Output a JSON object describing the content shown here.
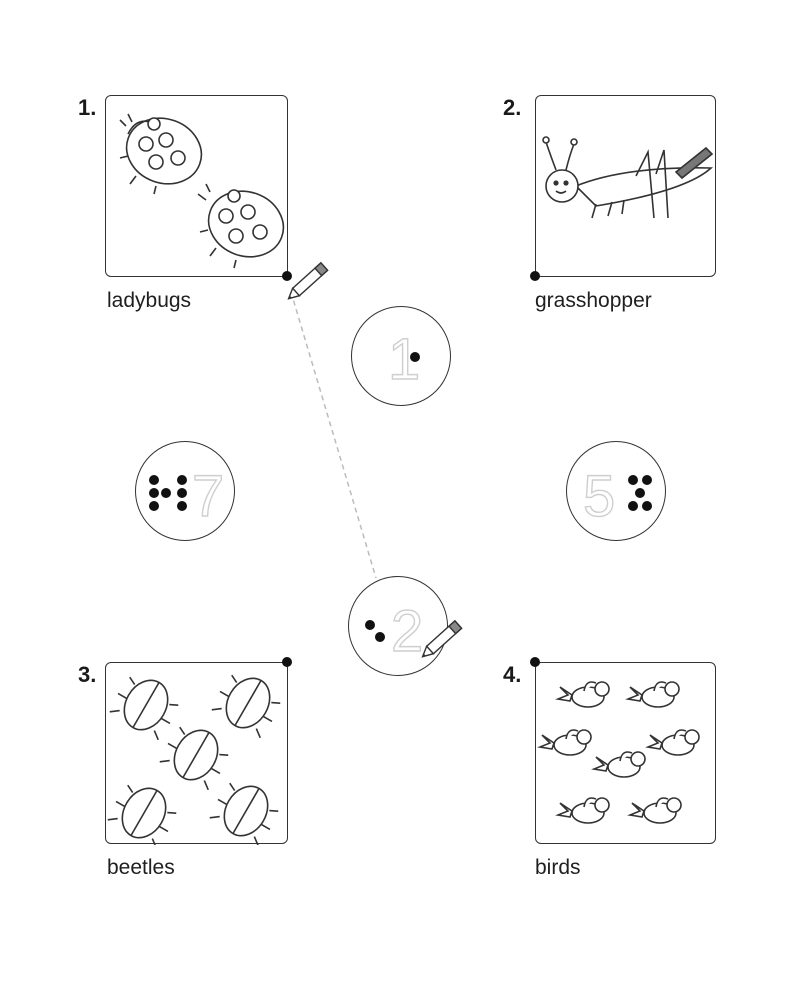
{
  "items": [
    {
      "number": "1.",
      "label": "ladybugs",
      "count": 2,
      "icon": "ladybug-icon"
    },
    {
      "number": "2.",
      "label": "grasshopper",
      "count": 1,
      "icon": "grasshopper-icon"
    },
    {
      "number": "3.",
      "label": "beetles",
      "count": 5,
      "icon": "beetle-icon"
    },
    {
      "number": "4.",
      "label": "birds",
      "count": 7,
      "icon": "bird-icon"
    }
  ],
  "circles": [
    {
      "numeral": "1",
      "dots": 1
    },
    {
      "numeral": "7",
      "dots": 7
    },
    {
      "numeral": "5",
      "dots": 5
    },
    {
      "numeral": "2",
      "dots": 2
    }
  ]
}
